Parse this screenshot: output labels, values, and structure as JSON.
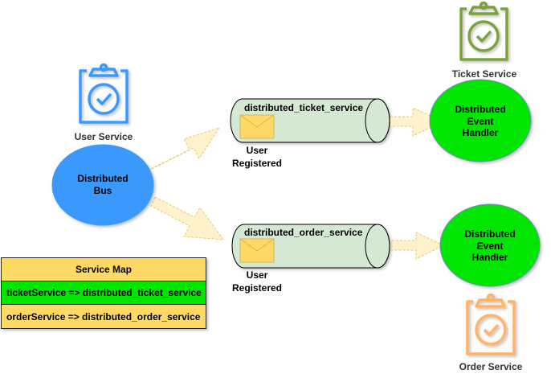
{
  "colors": {
    "bus": "#3b99fc",
    "handler": "#00e600",
    "queue_fill": "#d5e8d4",
    "envelope": "#ffd966",
    "arrow_fill": "#fff2cc",
    "arrow_stroke": "#e6c86e",
    "user_service_icon": "#3b99fc",
    "ticket_service_icon": "#7aa33a",
    "order_service_icon": "#ffb366",
    "map_header": "#ffd966",
    "map_ticket_row": "#00e600",
    "map_order_row": "#ffd966"
  },
  "services": {
    "user": {
      "label": "User Service",
      "icon": "clipboard-check-icon"
    },
    "ticket": {
      "label": "Ticket Service",
      "icon": "clipboard-check-icon"
    },
    "order": {
      "label": "Order Service",
      "icon": "clipboard-check-icon"
    }
  },
  "bus": {
    "line1": "Distributed",
    "line2": "Bus"
  },
  "queues": [
    {
      "name": "distributed_ticket_service",
      "message_line1": "User",
      "message_line2": "Registered",
      "icon": "envelope-icon"
    },
    {
      "name": "distributed_order_service",
      "message_line1": "User",
      "message_line2": "Registered",
      "icon": "envelope-icon"
    }
  ],
  "handlers": [
    {
      "line1": "Distributed",
      "line2": "Event",
      "line3": "Handler"
    },
    {
      "line1": "Distributed",
      "line2": "Event",
      "line3": "Handler"
    }
  ],
  "service_map": {
    "title": "Service Map",
    "rows": [
      {
        "text": "ticketService => distributed_ticket_service"
      },
      {
        "text": "orderService => distributed_order_service"
      }
    ]
  }
}
